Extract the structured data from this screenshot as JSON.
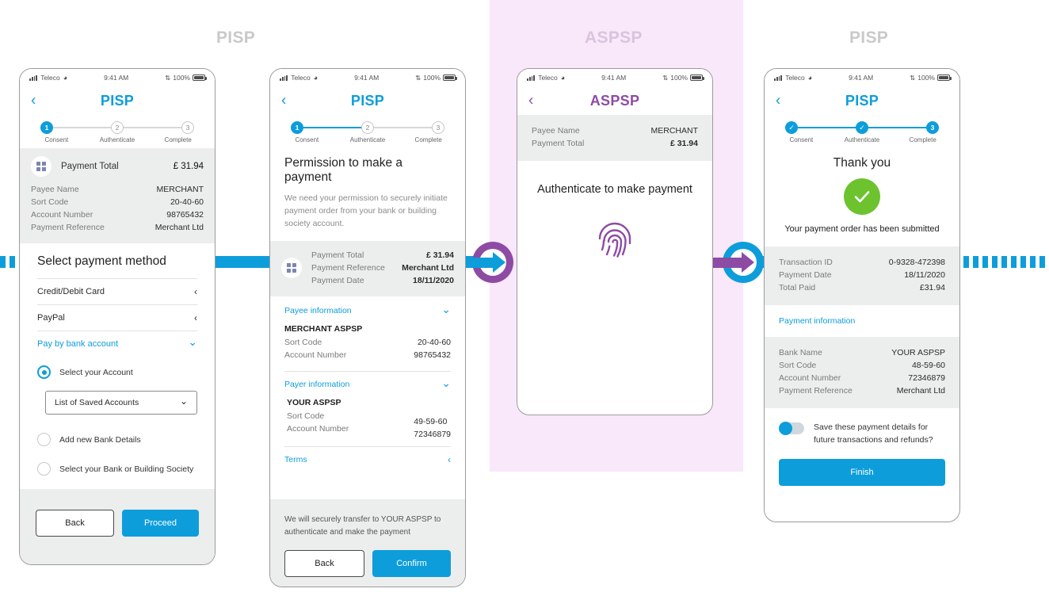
{
  "groups": [
    {
      "label": "PISP"
    },
    {
      "label": "ASPSP"
    },
    {
      "label": "PISP"
    }
  ],
  "status_bar": {
    "carrier": "Teleco",
    "time": "9:41 AM",
    "battery": "100%"
  },
  "stepper_labels": [
    "Consent",
    "Authenticate",
    "Complete"
  ],
  "screen1": {
    "title": "PISP",
    "steps": {
      "current": "1",
      "s2": "2",
      "s3": "3"
    },
    "total_label": "Payment Total",
    "total_value": "£ 31.94",
    "details": [
      {
        "k": "Payee Name",
        "v": "MERCHANT"
      },
      {
        "k": "Sort Code",
        "v": "20-40-60"
      },
      {
        "k": "Account Number",
        "v": "98765432"
      },
      {
        "k": "Payment Reference",
        "v": "Merchant Ltd"
      }
    ],
    "section_title": "Select payment method",
    "methods": [
      {
        "label": "Credit/Debit Card",
        "chevron": "‹",
        "link": false
      },
      {
        "label": "PayPal",
        "chevron": "‹",
        "link": false
      },
      {
        "label": "Pay by bank account",
        "chevron": "⌄",
        "link": true
      }
    ],
    "radio_selected": "Select your Account",
    "select_value": "List of Saved Accounts",
    "radio_options": [
      "Add new Bank Details",
      "Select your Bank or Building Society"
    ],
    "back_label": "Back",
    "proceed_label": "Proceed"
  },
  "screen2": {
    "title": "PISP",
    "steps": {
      "current": "1",
      "s2": "2",
      "s3": "3"
    },
    "heading": "Permission to make a payment",
    "body": "We need your permission to securely initiate payment order from your bank or building society account.",
    "summary": [
      {
        "k": "Payment Total",
        "v": "£ 31.94"
      },
      {
        "k": "Payment Reference",
        "v": "Merchant Ltd"
      },
      {
        "k": "Payment Date",
        "v": "18/11/2020"
      }
    ],
    "payee_section": "Payee information",
    "payee_name": "MERCHANT ASPSP",
    "payee_details": [
      {
        "k": "Sort Code",
        "v": "20-40-60"
      },
      {
        "k": "Account Number",
        "v": "98765432"
      }
    ],
    "payer_section": "Payer information",
    "payer_name": "YOUR ASPSP",
    "payer_details": [
      {
        "k": "Sort Code",
        "v": "49-59-60"
      },
      {
        "k": "Account Number",
        "v": "72346879"
      }
    ],
    "terms_label": "Terms",
    "terms_chevron": "‹",
    "footer_note": "We will securely transfer to YOUR ASPSP to authenticate and make the payment",
    "back_label": "Back",
    "confirm_label": "Confirm"
  },
  "screen3": {
    "title": "ASPSP",
    "details": [
      {
        "k": "Payee Name",
        "v": "MERCHANT"
      },
      {
        "k": "Payment Total",
        "v": "£ 31.94"
      }
    ],
    "prompt": "Authenticate to make payment"
  },
  "screen4": {
    "title": "PISP",
    "steps": {
      "s3": "3"
    },
    "heading": "Thank you",
    "confirmation": "Your payment order has been submitted",
    "transaction": [
      {
        "k": "Transaction ID",
        "v": "0-9328-472398"
      },
      {
        "k": "Payment Date",
        "v": "18/11/2020"
      },
      {
        "k": "Total Paid",
        "v": "£31.94"
      }
    ],
    "payment_info_link": "Payment information",
    "bank_details": [
      {
        "k": "Bank Name",
        "v": "YOUR ASPSP"
      },
      {
        "k": "Sort Code",
        "v": "48-59-60"
      },
      {
        "k": "Account Number",
        "v": "72346879"
      },
      {
        "k": "Payment Reference",
        "v": "Merchant Ltd"
      }
    ],
    "save_toggle_label": "Save these payment details for future transactions and refunds?",
    "finish_label": "Finish"
  },
  "colors": {
    "pisp_blue": "#0d9ddb",
    "aspsp_purple": "#8e4ba4",
    "success_green": "#6dc32e",
    "panel_pink": "#f9e7fa"
  }
}
